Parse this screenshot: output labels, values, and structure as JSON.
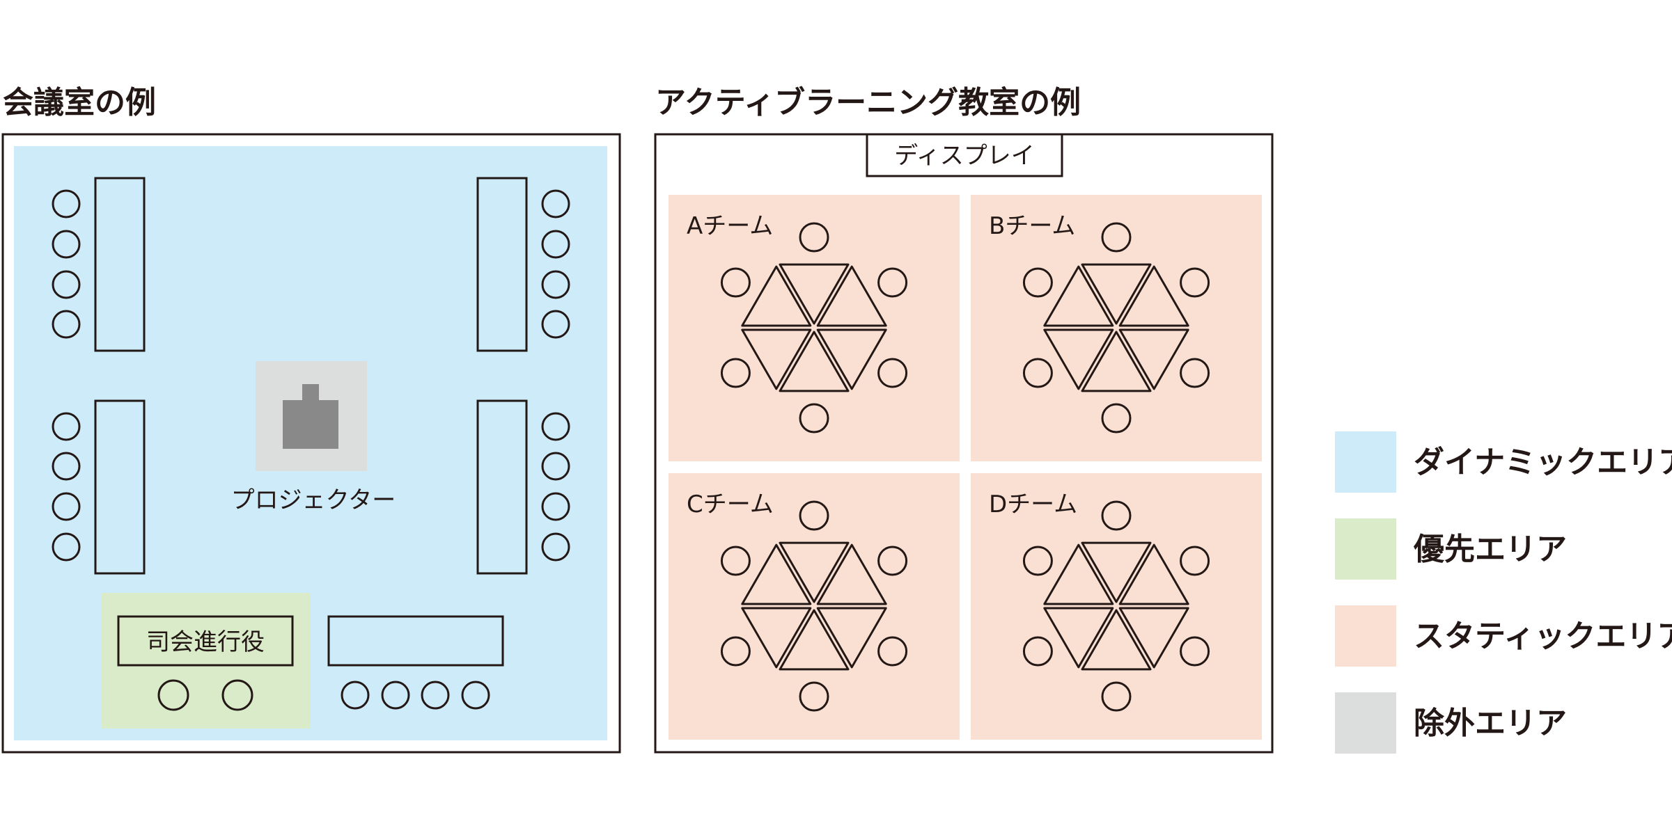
{
  "meeting_room": {
    "title": "会議室の例",
    "projector_label": "プロジェクター",
    "facilitator_label": "司会進行役"
  },
  "classroom": {
    "title": "アクティブラーニング教室の例",
    "display_label": "ディスプレイ",
    "teams": [
      "Aチーム",
      "Bチーム",
      "Cチーム",
      "Dチーム"
    ]
  },
  "legend": {
    "items": [
      {
        "label": "ダイナミックエリア",
        "color": "#cdebf8"
      },
      {
        "label": "優先エリア",
        "color": "#d9ebc9"
      },
      {
        "label": "スタティックエリア",
        "color": "#f9e0d3"
      },
      {
        "label": "除外エリア",
        "color": "#dcdddd"
      }
    ]
  },
  "colors": {
    "dynamic": "#cdebf8",
    "priority": "#d9ebc9",
    "static": "#f9e0d3",
    "excluded": "#dcdddd",
    "projector": "#898989",
    "line": "#231815"
  }
}
